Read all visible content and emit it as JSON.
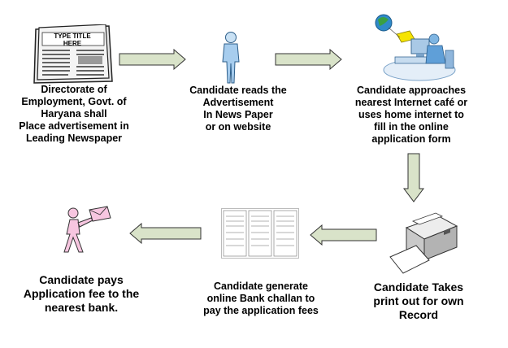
{
  "newspaper": {
    "title": "TYPE TITLE\nHERE",
    "caption": "Directorate of\nEmployment, Govt. of\nHaryana shall\nPlace advertisement in\nLeading Newspaper"
  },
  "reader": {
    "caption": "Candidate reads the\nAdvertisement\nIn News Paper\nor on website"
  },
  "internet": {
    "caption": "Candidate approaches\nnearest Internet café or\nuses home internet to\nfill in the online\napplication form"
  },
  "printer": {
    "caption": "Candidate Takes\nprint out for own\nRecord"
  },
  "challan": {
    "caption": "Candidate generate\nonline Bank challan to\npay the application fees"
  },
  "bank": {
    "caption": "Candidate pays\nApplication fee to the\nnearest bank."
  }
}
